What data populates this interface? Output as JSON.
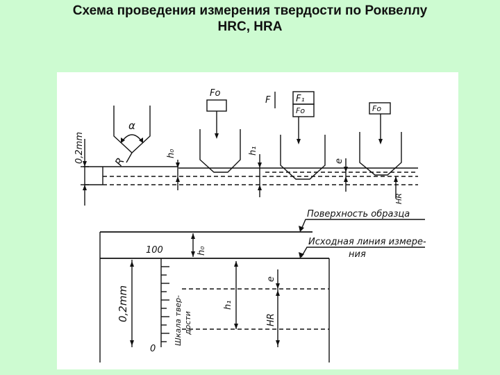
{
  "title": {
    "line1": "Схема проведения измерения твердости по Роквеллу",
    "line2": "HRC, HRA"
  },
  "labels": {
    "scale_02mm_top": "0,2mm",
    "R": "R",
    "alpha": "α",
    "h0_top": "h₀",
    "Fo_1": "Fo",
    "F": "F",
    "F1": "F₁",
    "Fo_2": "Fo",
    "h1_top": "h₁",
    "e_top": "e",
    "Fo_3": "Fo",
    "HR_top": "HR",
    "surface": "Поверхность образца",
    "initial_line_1": "Исходная линия измере-",
    "initial_line_2": "ния",
    "scale_100": "100",
    "scale_0": "0",
    "h0_bottom": "h₀",
    "scale_02mm_bottom": "0,2mm",
    "hardness_scale_1": "Шкала твер-",
    "hardness_scale_2": "дости",
    "h1_bottom": "h₁",
    "e_bottom": "e",
    "HR_bottom": "HR"
  }
}
